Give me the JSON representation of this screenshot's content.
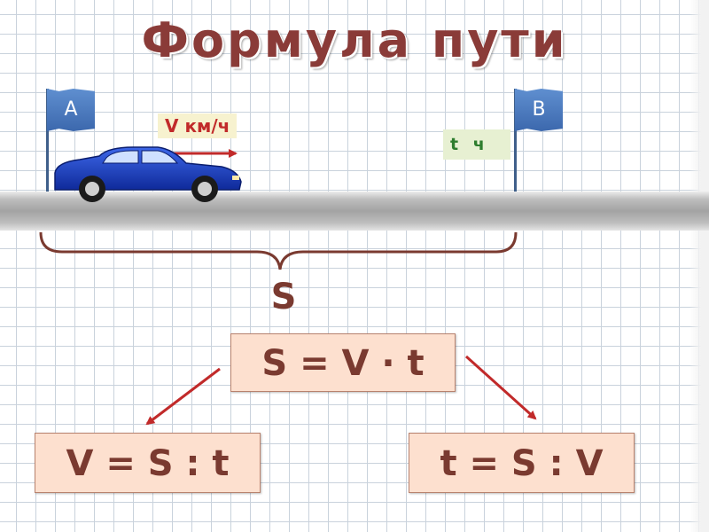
{
  "title": "Формула пути",
  "flags": {
    "start": "A",
    "end": "B"
  },
  "labels": {
    "speed": "V км/ч",
    "time": "t ч",
    "distance": "S"
  },
  "formulas": {
    "main": "S = V · t",
    "speed": "V = S : t",
    "time": "t = S : V"
  },
  "colors": {
    "title": "#8a3b38",
    "flag": "#4a78bd",
    "car": "#1c3fc1",
    "arrow": "#c12a2a",
    "box": "#fde0cf"
  },
  "icons": [
    "car-icon",
    "flag-icon",
    "arrow-icon",
    "brace-icon"
  ]
}
